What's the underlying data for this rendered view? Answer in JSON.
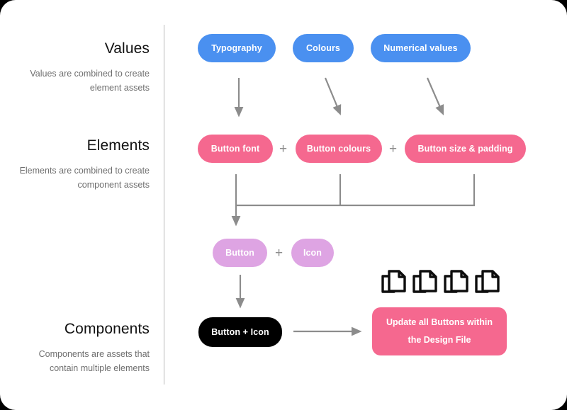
{
  "page": {
    "background": "#ffffff",
    "divider_color": "#b9b9b9",
    "arrow_color": "#8c8c8c"
  },
  "colors": {
    "blue": "#4a90f0",
    "pink": "#f5688f",
    "purple": "#dea4e3",
    "black": "#000000",
    "grey_text": "#6f6f6f"
  },
  "sections": [
    {
      "id": "values",
      "title": "Values",
      "description": "Values are combined to create element assets"
    },
    {
      "id": "elements",
      "title": "Elements",
      "description": "Elements are combined to create component assets"
    },
    {
      "id": "components",
      "title": "Components",
      "description": "Components are assets that contain multiple elements"
    }
  ],
  "values_row": {
    "pills": [
      {
        "label": "Typography",
        "color": "#4a90f0"
      },
      {
        "label": "Colours",
        "color": "#4a90f0"
      },
      {
        "label": "Numerical values",
        "color": "#4a90f0"
      }
    ]
  },
  "elements_row": {
    "pills": [
      {
        "label": "Button font",
        "color": "#f5688f"
      },
      {
        "label": "Button colours",
        "color": "#f5688f"
      },
      {
        "label": "Button size & padding",
        "color": "#f5688f"
      }
    ],
    "separators": [
      "+",
      "+"
    ]
  },
  "composed_row": {
    "pills": [
      {
        "label": "Button",
        "color": "#dea4e3"
      },
      {
        "label": "Icon",
        "color": "#dea4e3"
      }
    ],
    "separators": [
      "+"
    ]
  },
  "component_row": {
    "pill": {
      "label": "Button + Icon",
      "color": "#000000"
    },
    "result_box": {
      "line1": "Update all Buttons within",
      "line2": "the Design File",
      "color": "#f5688f"
    },
    "copy_icons": [
      "copy-document-icon",
      "copy-document-icon",
      "copy-document-icon",
      "copy-document-icon"
    ]
  }
}
